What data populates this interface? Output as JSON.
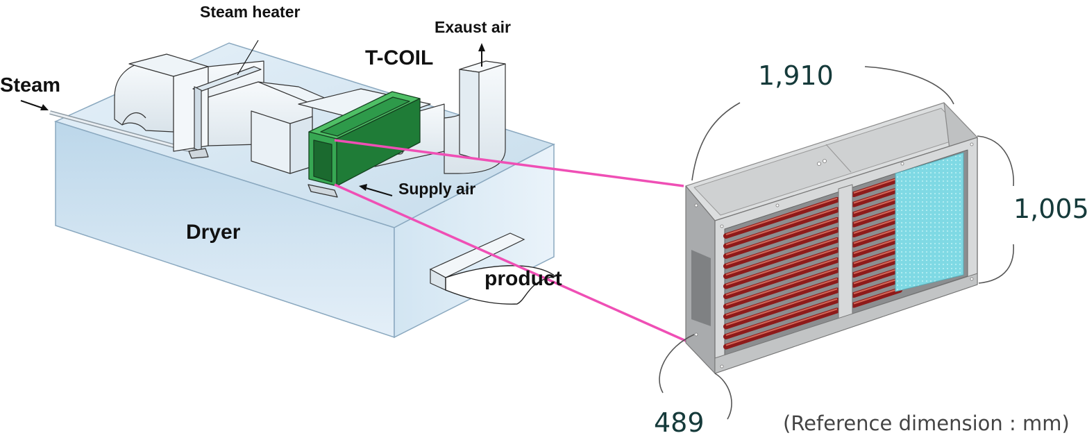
{
  "labels": {
    "steam_heater": "Steam heater",
    "exhaust_air": "Exaust air",
    "steam": "Steam",
    "t_coil": "T-COIL",
    "supply_air": "Supply air",
    "dryer": "Dryer",
    "product": "product"
  },
  "dimensions": {
    "width": "1,910",
    "height": "1,005",
    "depth": "489",
    "reference_note": "(Reference dimension : mm)"
  },
  "colors": {
    "dryer_body": "#cfe3f1",
    "coil_green": "#2e9a4a",
    "leader_pink": "#ef4fb5",
    "tube_red": "#8e1a1a",
    "fin_cyan": "#7fd9e4",
    "frame_grey": "#c9cacb"
  },
  "coil_rows": 12
}
